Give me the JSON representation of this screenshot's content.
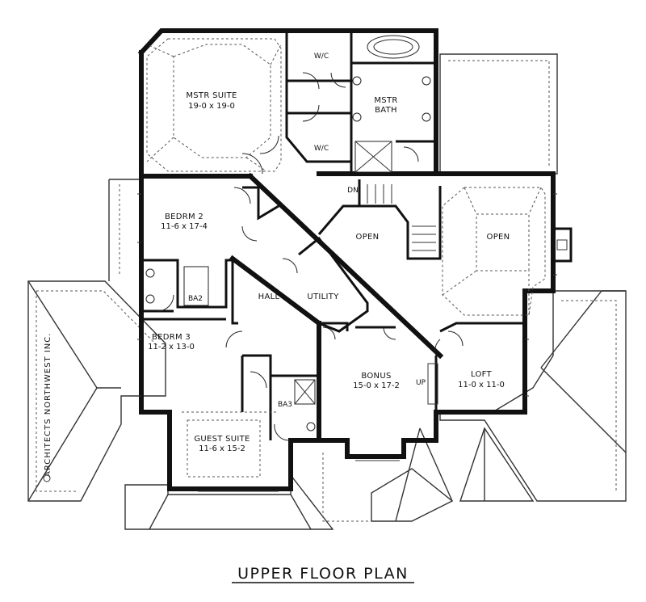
{
  "title": "UPPER FLOOR PLAN",
  "copyright": "ARCHITECTS NORTHWEST INC.",
  "rooms": [
    {
      "id": "master-suite",
      "name": "MSTR SUITE",
      "dims": "19-0 x 19-0"
    },
    {
      "id": "wic-upper",
      "name": "W/C"
    },
    {
      "id": "wic-lower",
      "name": "W/C"
    },
    {
      "id": "master-bath",
      "name": "MSTR",
      "name2": "BATH"
    },
    {
      "id": "bedroom-2",
      "name": "BEDRM 2",
      "dims": "11-6 x 17-4"
    },
    {
      "id": "open-left",
      "name": "OPEN"
    },
    {
      "id": "open-right",
      "name": "OPEN"
    },
    {
      "id": "ba2",
      "name": "BA2"
    },
    {
      "id": "hall",
      "name": "HALL"
    },
    {
      "id": "utility",
      "name": "UTILITY"
    },
    {
      "id": "bedroom-3",
      "name": "BEDRM 3",
      "dims": "11-2 x 13-0"
    },
    {
      "id": "bonus",
      "name": "BONUS",
      "dims": "15-0 x 17-2"
    },
    {
      "id": "loft",
      "name": "LOFT",
      "dims": "11-0 x 11-0"
    },
    {
      "id": "ba3",
      "name": "BA3"
    },
    {
      "id": "guest-suite",
      "name": "GUEST SUITE",
      "dims": "11-6 x 15-2"
    }
  ],
  "stairs": {
    "down_label": "DN",
    "up_label": "UP"
  }
}
